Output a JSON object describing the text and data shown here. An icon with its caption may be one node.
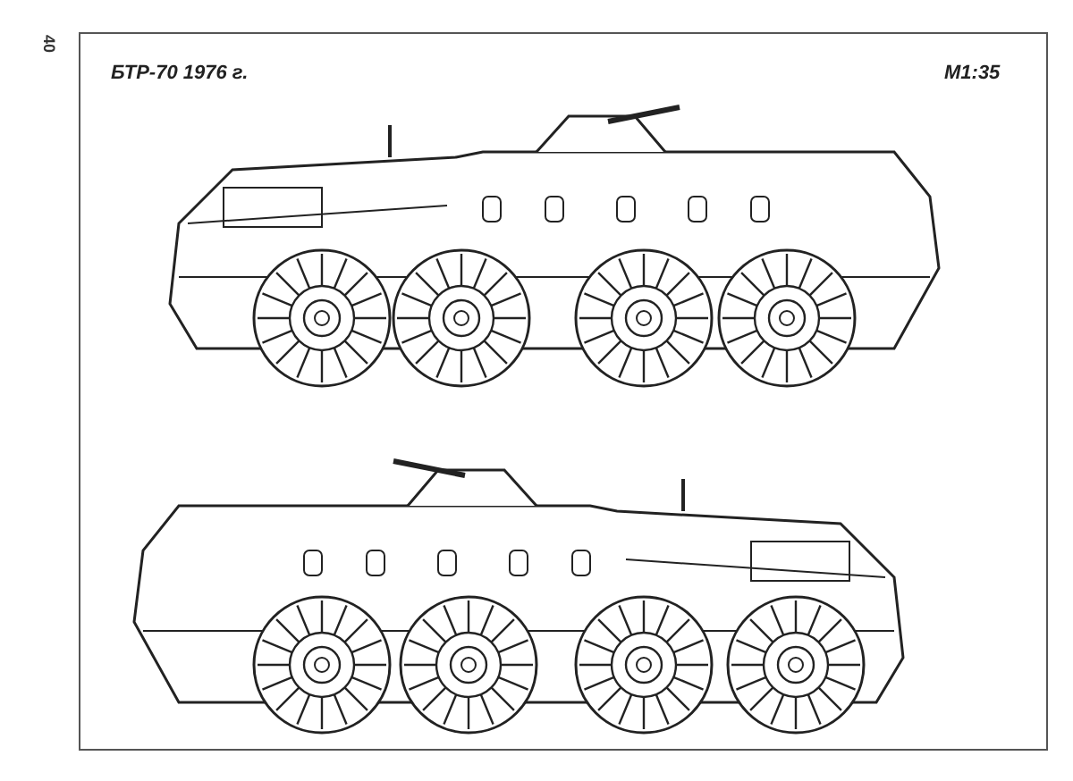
{
  "diagram": {
    "title": "БТР-70 1976 г.",
    "labels": [
      "40",
      "М1:35"
    ]
  }
}
